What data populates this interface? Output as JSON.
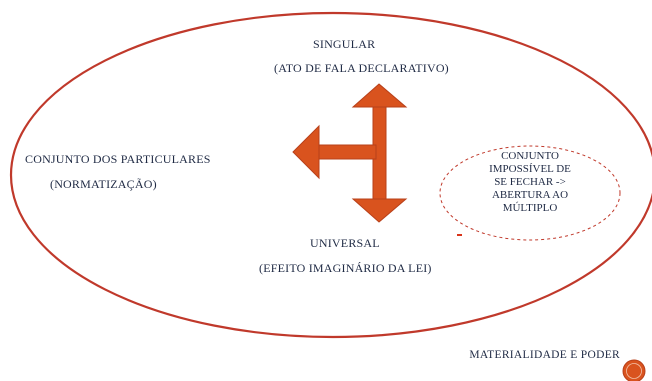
{
  "diagram": {
    "top_label_line1": "SINGULAR",
    "top_label_line2": "(ATO DE FALA DECLARATIVO)",
    "left_label_line1": "CONJUNTO DOS PARTICULARES",
    "left_label_line2": "(NORMATIZAÇÃO)",
    "bottom_label_line1": "UNIVERSAL",
    "bottom_label_line2": "(EFEITO IMAGINÁRIO DA LEI)",
    "right_ellipse_lines": [
      "CONJUNTO",
      "IMPOSSÍVEL DE",
      "SE FECHAR ->",
      "ABERTURA AO",
      "MÚLTIPLO"
    ],
    "dash_mark_text": "-"
  },
  "footer": {
    "title": "MATERIALIDADE E PODER"
  },
  "colors": {
    "ellipse_stroke": "#c0392b",
    "arrow_fill": "#d9531e",
    "arrow_stroke": "#b8401a",
    "text": "#1f2a44",
    "footer_circle": "#d9531e"
  }
}
